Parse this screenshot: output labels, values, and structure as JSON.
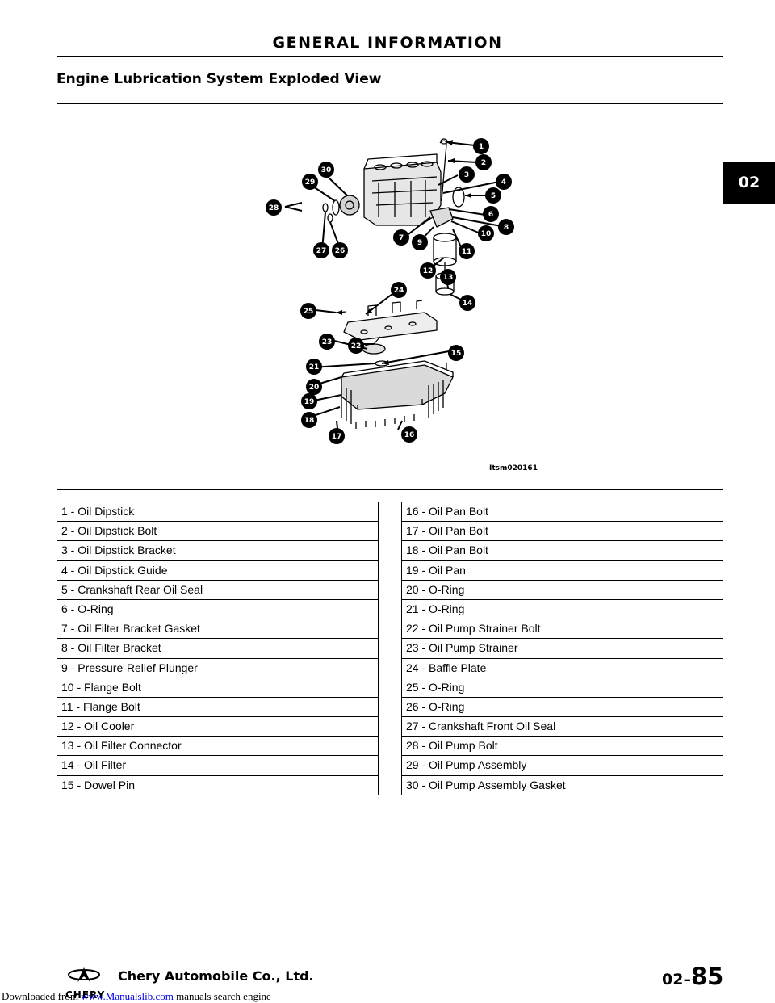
{
  "header": {
    "title": "GENERAL INFORMATION"
  },
  "section": {
    "title": "Engine Lubrication System Exploded View"
  },
  "figure": {
    "code": "Itsm020161"
  },
  "chapter_tab": "02",
  "legend": {
    "left": [
      "1 - Oil Dipstick",
      "2 - Oil Dipstick Bolt",
      "3 - Oil Dipstick Bracket",
      "4 - Oil Dipstick Guide",
      "5 - Crankshaft Rear Oil Seal",
      "6 - O-Ring",
      "7 - Oil Filter Bracket Gasket",
      "8 - Oil Filter Bracket",
      "9 - Pressure-Relief Plunger",
      "10 - Flange Bolt",
      "11 - Flange Bolt",
      "12 - Oil Cooler",
      "13 - Oil Filter Connector",
      "14 - Oil Filter",
      "15 - Dowel Pin"
    ],
    "right": [
      "16 - Oil Pan Bolt",
      "17 - Oil Pan Bolt",
      "18 - Oil Pan Bolt",
      "19 - Oil Pan",
      "20 - O-Ring",
      "21 - O-Ring",
      "22 - Oil Pump Strainer Bolt",
      "23 - Oil Pump Strainer",
      "24 - Baffle Plate",
      "25 - O-Ring",
      "26 - O-Ring",
      "27 - Crankshaft Front Oil Seal",
      "28 - Oil Pump Bolt",
      "29 - Oil Pump Assembly",
      "30 - Oil Pump Assembly Gasket"
    ]
  },
  "footer": {
    "brand": "CHERY",
    "company": "Chery Automobile Co., Ltd.",
    "page_prefix": "02–",
    "page_number": "85"
  },
  "download_note": {
    "before": "Downloaded from ",
    "link": "www.Manualslib.com",
    "after": " manuals search engine"
  },
  "callouts": [
    "1",
    "2",
    "3",
    "4",
    "5",
    "6",
    "7",
    "8",
    "9",
    "10",
    "11",
    "12",
    "13",
    "14",
    "15",
    "16",
    "17",
    "18",
    "19",
    "20",
    "21",
    "22",
    "23",
    "24",
    "25",
    "26",
    "27",
    "28",
    "29",
    "30"
  ]
}
